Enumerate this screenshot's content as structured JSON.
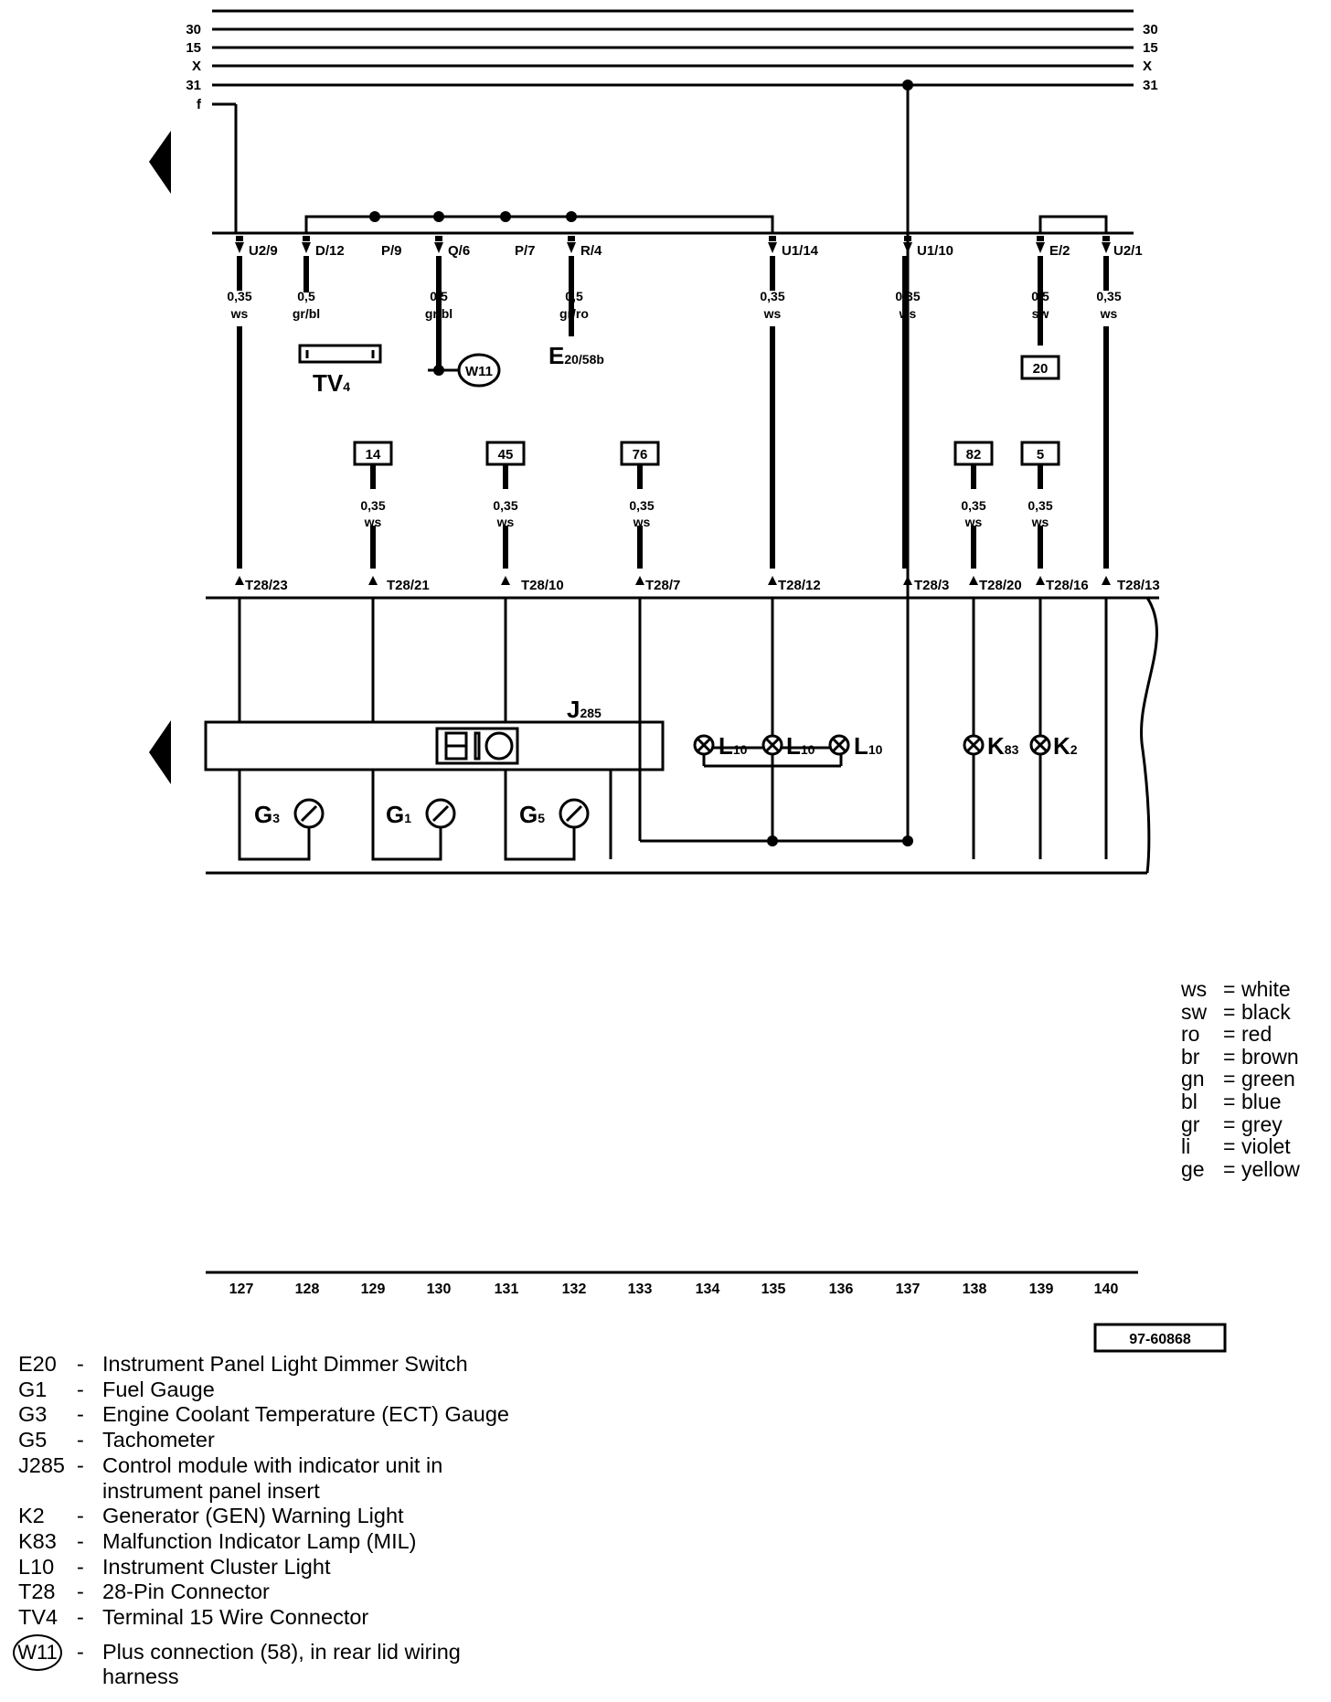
{
  "bus": {
    "lines": [
      "30",
      "15",
      "X",
      "31"
    ],
    "branch_label": "f"
  },
  "connectors_top": [
    "U2/9",
    "D/12",
    "P/9",
    "Q/6",
    "P/7",
    "R/4",
    "U1/14",
    "U1/10",
    "E/2",
    "U2/1"
  ],
  "wires_top": [
    {
      "gauge": "0,35",
      "color": "ws"
    },
    {
      "gauge": "0,5",
      "color": "gr/bl"
    },
    {
      "gauge": "0,5",
      "color": "gr/bl"
    },
    {
      "gauge": "0,5",
      "color": "gr/ro"
    },
    {
      "gauge": "0,35",
      "color": "ws"
    },
    {
      "gauge": "0,35",
      "color": "ws"
    },
    {
      "gauge": "0,5",
      "color": "sw"
    },
    {
      "gauge": "0,35",
      "color": "ws"
    }
  ],
  "wires_mid": [
    {
      "gauge": "0,35",
      "color": "ws"
    },
    {
      "gauge": "0,35",
      "color": "ws"
    },
    {
      "gauge": "0,35",
      "color": "ws"
    },
    {
      "gauge": "0,35",
      "color": "ws"
    },
    {
      "gauge": "0,35",
      "color": "ws"
    }
  ],
  "ref_boxes": [
    "14",
    "45",
    "76",
    "82",
    "5",
    "20"
  ],
  "t28_pins": [
    "T28/23",
    "T28/21",
    "T28/10",
    "T28/7",
    "T28/12",
    "T28/3",
    "T28/20",
    "T28/16",
    "T28/13"
  ],
  "components": {
    "tv4": {
      "main": "TV",
      "sub": "4"
    },
    "w11": "W11",
    "e20": {
      "main": "E",
      "sub": "20/58b"
    },
    "j285": {
      "main": "J",
      "sub": "285"
    },
    "gauges": [
      {
        "main": "G",
        "sub": "3"
      },
      {
        "main": "G",
        "sub": "1"
      },
      {
        "main": "G",
        "sub": "5"
      }
    ],
    "lamps": [
      {
        "main": "L",
        "sub": "10"
      },
      {
        "main": "L",
        "sub": "10"
      },
      {
        "main": "L",
        "sub": "10"
      },
      {
        "main": "K",
        "sub": "83"
      },
      {
        "main": "K",
        "sub": "2"
      }
    ]
  },
  "track_numbers": [
    "127",
    "128",
    "129",
    "130",
    "131",
    "132",
    "133",
    "134",
    "135",
    "136",
    "137",
    "138",
    "139",
    "140"
  ],
  "diagram_id": "97-60868",
  "color_key": [
    {
      "code": "ws",
      "name": "white"
    },
    {
      "code": "sw",
      "name": "black"
    },
    {
      "code": "ro",
      "name": "red"
    },
    {
      "code": "br",
      "name": "brown"
    },
    {
      "code": "gn",
      "name": "green"
    },
    {
      "code": "bl",
      "name": "blue"
    },
    {
      "code": "gr",
      "name": "grey"
    },
    {
      "code": "li",
      "name": "violet"
    },
    {
      "code": "ge",
      "name": "yellow"
    }
  ],
  "legend": [
    {
      "code": "E20",
      "desc": "Instrument Panel Light Dimmer Switch"
    },
    {
      "code": "G1",
      "desc": "Fuel Gauge"
    },
    {
      "code": "G3",
      "desc": "Engine Coolant Temperature (ECT) Gauge"
    },
    {
      "code": "G5",
      "desc": "Tachometer"
    },
    {
      "code": "J285",
      "desc": "Control module with indicator unit in instrument panel insert"
    },
    {
      "code": "K2",
      "desc": "Generator (GEN) Warning Light"
    },
    {
      "code": "K83",
      "desc": "Malfunction Indicator Lamp (MIL)"
    },
    {
      "code": "L10",
      "desc": "Instrument Cluster Light"
    },
    {
      "code": "T28",
      "desc": "28-Pin Connector"
    },
    {
      "code": "TV4",
      "desc": "Terminal 15 Wire Connector"
    }
  ],
  "legend_w11": {
    "code": "W11",
    "desc": "Plus connection (58), in rear lid wiring harness"
  }
}
